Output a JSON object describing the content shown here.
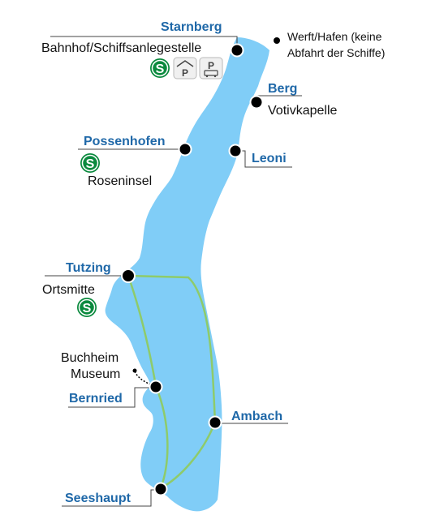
{
  "colors": {
    "lake": "#80cdf7",
    "route": "#8ecb6a",
    "station_label": "#1f68a8",
    "s_bahn": "#0b8a3e"
  },
  "stations": {
    "starnberg": {
      "name": "Starnberg",
      "sub": "Bahnhof/Schiffsanlegestelle"
    },
    "berg": {
      "name": "Berg",
      "sub": "Votivkapelle"
    },
    "possenhofen": {
      "name": "Possenhofen",
      "sub": "Roseninsel"
    },
    "leoni": {
      "name": "Leoni"
    },
    "tutzing": {
      "name": "Tutzing",
      "sub": "Ortsmitte"
    },
    "bernried": {
      "name": "Bernried"
    },
    "ambach": {
      "name": "Ambach"
    },
    "seeshaupt": {
      "name": "Seeshaupt"
    }
  },
  "poi": {
    "museum_line1": "Buchheim",
    "museum_line2": "Museum"
  },
  "legend": {
    "line1": "Werft/Hafen (keine",
    "line2": "Abfahrt der Schiffe)"
  },
  "icons": {
    "s_bahn": "S",
    "parking": "P",
    "bus_parking": "P"
  }
}
